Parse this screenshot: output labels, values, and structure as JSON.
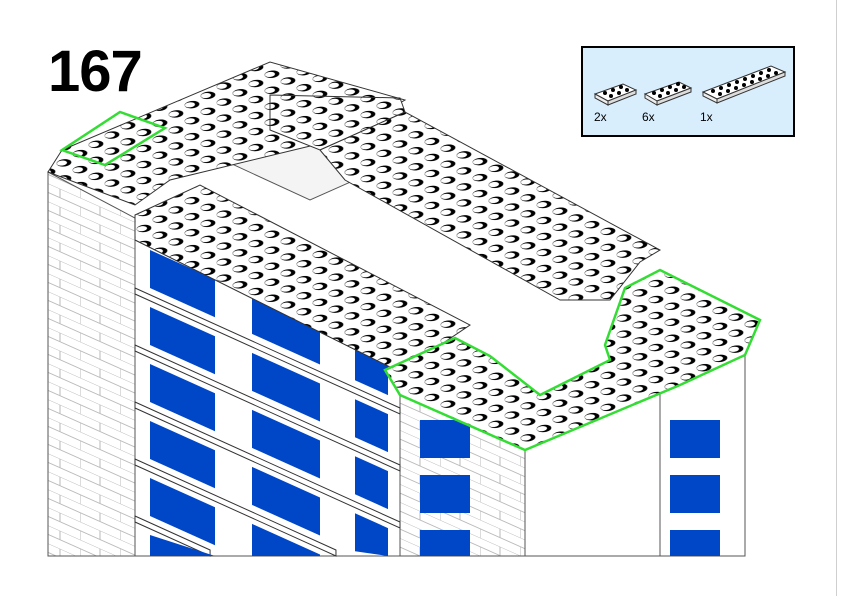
{
  "step_number": "167",
  "parts_list": [
    {
      "part": "plate-2x3",
      "color": "white",
      "quantity": "2x"
    },
    {
      "part": "plate-2x4",
      "color": "white",
      "quantity": "6x"
    },
    {
      "part": "plate-2x8",
      "color": "white",
      "quantity": "1x"
    }
  ],
  "colors": {
    "parts_box_bg": "#d9eefc",
    "highlight": "#33dd33",
    "window_blue": "#0047c8",
    "brick_white": "#ffffff"
  }
}
